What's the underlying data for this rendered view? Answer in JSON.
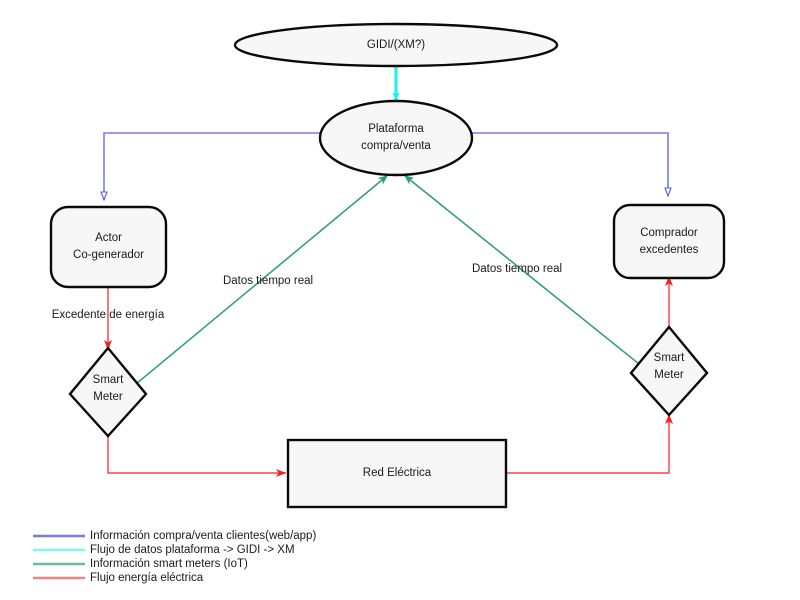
{
  "diagram": {
    "title_node": "GIDI/(XM?)",
    "background_color": "#ffffff",
    "shape_fill": "#f7f7f7",
    "shape_stroke": "#0a0a0a",
    "nodes": [
      {
        "id": "gidi",
        "label": "GIDI/(XM?)",
        "shape": "ellipse"
      },
      {
        "id": "plataforma",
        "label_line1": "Plataforma",
        "label_line2": "compra/venta",
        "shape": "ellipse"
      },
      {
        "id": "actor",
        "label_line1": "Actor",
        "label_line2": "Co-generador",
        "shape": "rounded-rect"
      },
      {
        "id": "comprador",
        "label_line1": "Comprador",
        "label_line2": "excedentes",
        "shape": "rounded-rect"
      },
      {
        "id": "smart_meter_left",
        "label_line1": "Smart",
        "label_line2": "Meter",
        "shape": "diamond"
      },
      {
        "id": "smart_meter_right",
        "label_line1": "Smart",
        "label_line2": "Meter",
        "shape": "diamond"
      },
      {
        "id": "red_electrica",
        "label": "Red Eléctrica",
        "shape": "rect"
      }
    ],
    "edge_labels": {
      "datos_left": "Datos tiempo real",
      "datos_right": "Datos tiempo real",
      "excedente": "Excedente de energía"
    },
    "colors": {
      "blue": "#7b7bee",
      "cyan": "#20f2f2",
      "green": "#2a9d6e",
      "red": "#ff2a2a",
      "red_light": "#f88080"
    }
  },
  "legend": {
    "items": [
      {
        "label": "Información compra/venta clientes(web/app)",
        "color": "#7b7bd8"
      },
      {
        "label": "Flujo de datos plataforma -> GIDI -> XM",
        "color": "#7ff5f5"
      },
      {
        "label": "Información smart meters (IoT)",
        "color": "#6bb89a"
      },
      {
        "label": "Flujo energía eléctrica",
        "color": "#f58080"
      }
    ]
  }
}
